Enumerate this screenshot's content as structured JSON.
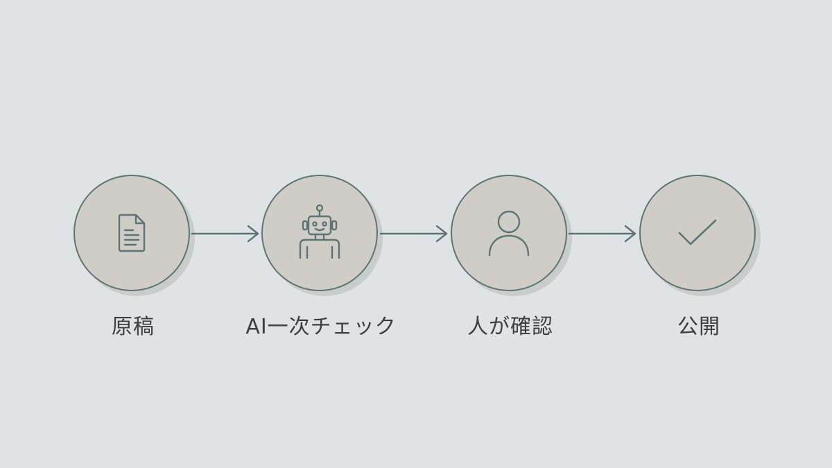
{
  "steps": [
    {
      "label": "原稿",
      "icon": "document-icon"
    },
    {
      "label": "AI一次チェック",
      "icon": "robot-icon"
    },
    {
      "label": "人が確認",
      "icon": "person-icon"
    },
    {
      "label": "公開",
      "icon": "checkmark-icon"
    }
  ],
  "colors": {
    "background": "#dfe3e6",
    "circle_fill": "#d0ccc6",
    "stroke": "#5b7575",
    "text": "#3a3f42"
  }
}
